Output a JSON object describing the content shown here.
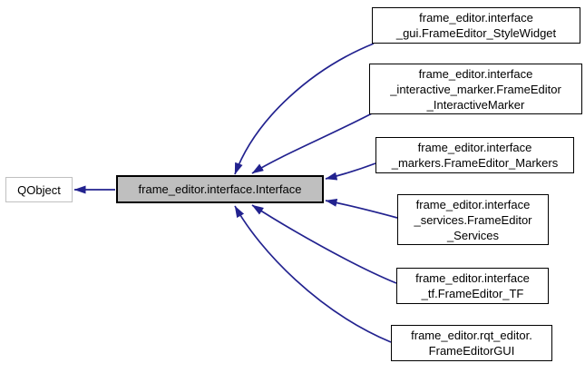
{
  "diagram": {
    "kind": "class-inheritance-graph",
    "background_color": "#ffffff",
    "edge_color": "#22228f",
    "highlight_fill": "#bfbfbf",
    "external_border_color": "#c0c0c0",
    "nodes": [
      {
        "id": "qobject",
        "lines": [
          "QObject"
        ]
      },
      {
        "id": "interface",
        "lines": [
          "frame_editor.interface.Interface"
        ]
      },
      {
        "id": "stylewidget",
        "lines": [
          "frame_editor.interface",
          "_gui.FrameEditor_StyleWidget"
        ]
      },
      {
        "id": "interactivemarker",
        "lines": [
          "frame_editor.interface",
          "_interactive_marker.FrameEditor",
          "_InteractiveMarker"
        ]
      },
      {
        "id": "markers",
        "lines": [
          "frame_editor.interface",
          "_markers.FrameEditor_Markers"
        ]
      },
      {
        "id": "services",
        "lines": [
          "frame_editor.interface",
          "_services.FrameEditor",
          "_Services"
        ]
      },
      {
        "id": "tf",
        "lines": [
          "frame_editor.interface",
          "_tf.FrameEditor_TF"
        ]
      },
      {
        "id": "rqteditor",
        "lines": [
          "frame_editor.rqt_editor.",
          "FrameEditorGUI"
        ]
      }
    ],
    "edges": [
      {
        "from": "interface",
        "to": "qobject"
      },
      {
        "from": "stylewidget",
        "to": "interface"
      },
      {
        "from": "interactivemarker",
        "to": "interface"
      },
      {
        "from": "markers",
        "to": "interface"
      },
      {
        "from": "services",
        "to": "interface"
      },
      {
        "from": "tf",
        "to": "interface"
      },
      {
        "from": "rqteditor",
        "to": "interface"
      }
    ]
  }
}
